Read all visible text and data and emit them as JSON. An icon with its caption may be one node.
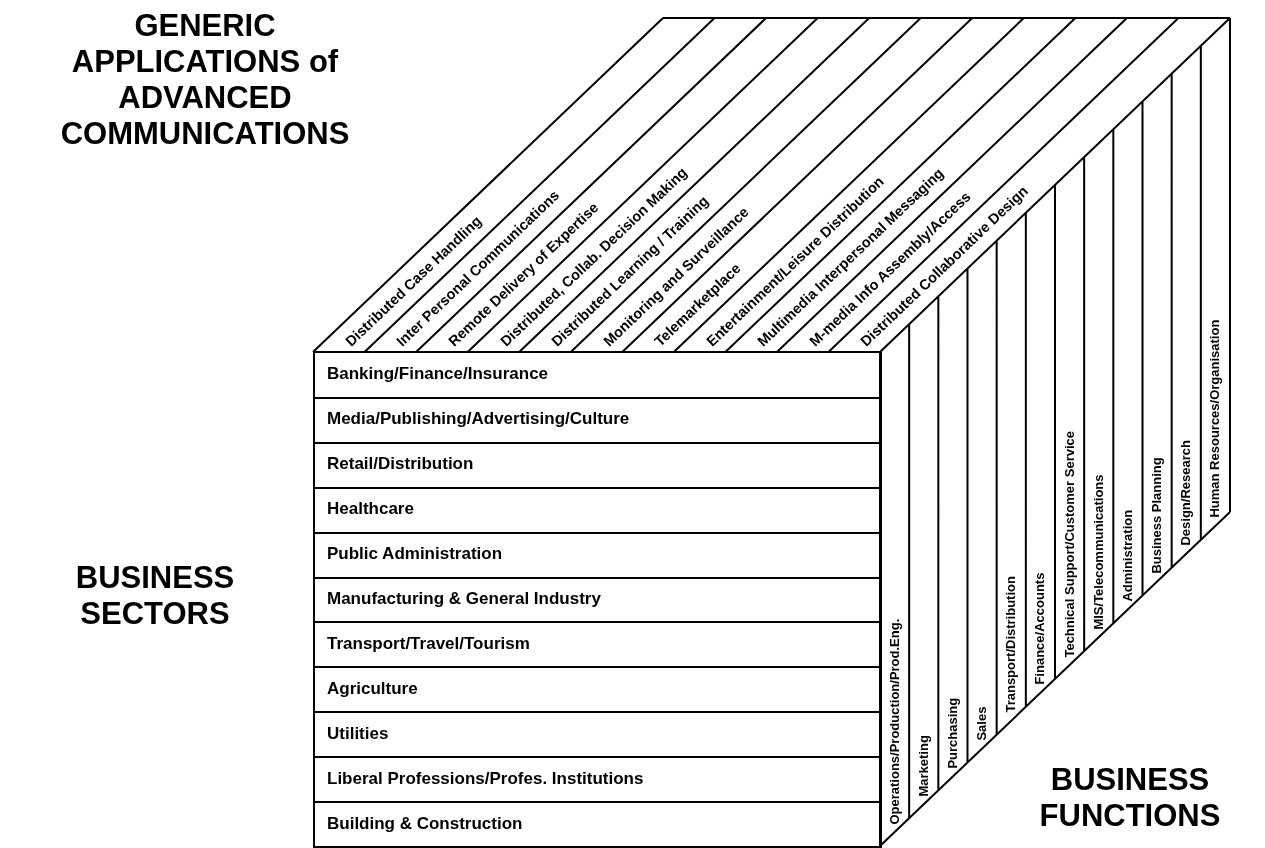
{
  "diagram": {
    "nodes": [
      {
        "text": [
          "Distributed Case Handling"
        ]
      },
      {
        "text": [
          "Inter Personal Communications"
        ]
      },
      {
        "text": [
          "Remote Delivery of Expertise"
        ]
      },
      {
        "text": [
          "Distributed, Collab. Decision Making"
        ]
      },
      {
        "text": [
          "Distributed Learning / Training"
        ]
      },
      {
        "text": [
          "Monitoring and Surveillance"
        ]
      },
      {
        "text": [
          "Telemarketplace"
        ]
      },
      {
        "text": [
          "Entertainment/Leisure Distribution"
        ]
      },
      {
        "text": [
          "Multimedia Interpersonal Messaging"
        ]
      },
      {
        "text": [
          "M-media Info Assembly/Access"
        ]
      },
      {
        "text": [
          "Distributed Collaborative Design"
        ]
      },
      {
        "text": [
          "Banking/Finance/Insurance"
        ]
      },
      {
        "text": [
          "Media/Publishing/Advertising/Culture"
        ]
      },
      {
        "text": [
          "Retail/Distribution"
        ]
      },
      {
        "text": [
          "Healthcare"
        ]
      },
      {
        "text": [
          "Public Administration"
        ]
      },
      {
        "text": [
          "Manufacturing & General Industry"
        ]
      },
      {
        "text": [
          "Transport/Travel/Tourism"
        ]
      },
      {
        "text": [
          "Agriculture"
        ]
      },
      {
        "text": [
          "Utilities"
        ]
      },
      {
        "text": [
          "Liberal Professions/Profes. Institutions"
        ]
      },
      {
        "text": [
          "Building & Construction"
        ]
      },
      {
        "text": [
          "Operations/Production/Prod.Eng."
        ]
      },
      {
        "text": [
          "Marketing"
        ]
      },
      {
        "text": [
          "Purchasing"
        ]
      },
      {
        "text": [
          "Sales"
        ]
      },
      {
        "text": [
          "Transport/Distribution"
        ]
      },
      {
        "text": [
          "Finance/Accounts"
        ]
      },
      {
        "text": [
          "Technical Support/Customer Service"
        ]
      },
      {
        "text": [
          "MIS/Telecommunications"
        ]
      },
      {
        "text": [
          "Administration"
        ]
      },
      {
        "text": [
          "Business Planning"
        ]
      },
      {
        "text": [
          "Design/Research"
        ]
      },
      {
        "text": [
          "Human Resources/Organisation"
        ]
      }
    ],
    "labels": [
      "GENERIC APPLICATIONS of ADVANCED COMMUNICATIONS",
      "BUSINESS SECTORS",
      "BUSINESS FUNCTIONS"
    ]
  }
}
